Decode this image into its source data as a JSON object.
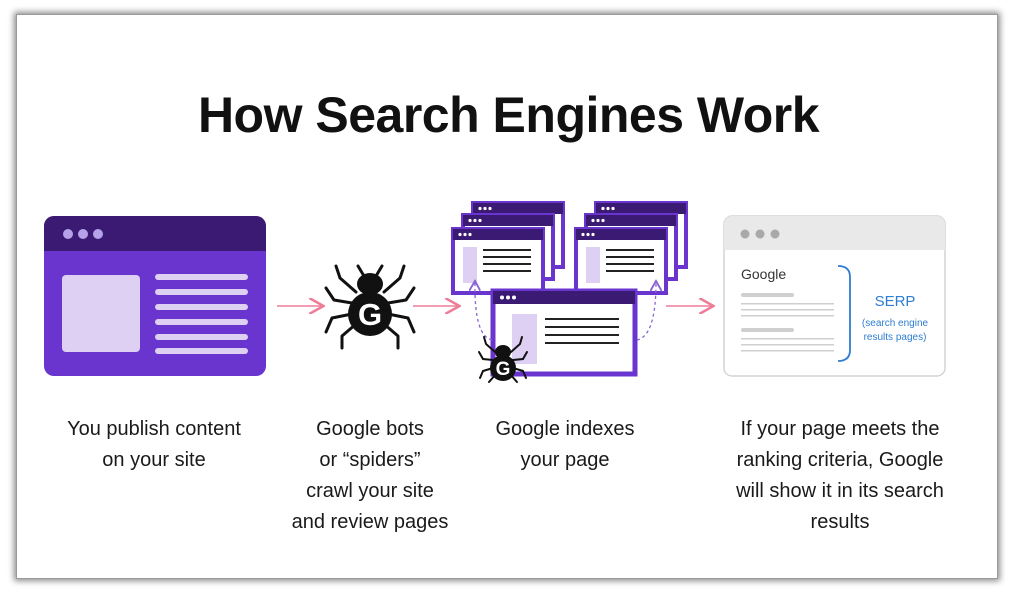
{
  "title": "How Search Engines Work",
  "colors": {
    "purple": "#6a35cf",
    "dark_purple": "#3b1a73",
    "lavender": "#ddd0f2",
    "pink_arrow": "#ee7d97",
    "serp_blue": "#2d7dd2"
  },
  "steps": [
    {
      "icon": "website-window-icon",
      "caption_lines": [
        "You publish content",
        "on your site"
      ]
    },
    {
      "icon": "spider-bot-icon",
      "caption_lines": [
        "Google bots",
        "or “spiders”",
        "crawl your site",
        "and review pages"
      ]
    },
    {
      "icon": "indexed-pages-icon",
      "caption_lines": [
        "Google indexes",
        "your page"
      ]
    },
    {
      "icon": "serp-window-icon",
      "caption_lines": [
        "If your page meets the",
        "ranking criteria, Google",
        "will show it in its search",
        "results"
      ]
    }
  ],
  "serp": {
    "logo_text": "Google",
    "label": "SERP",
    "sublabel_lines": [
      "(search engine",
      "results pages)"
    ]
  },
  "spider_letter": "G"
}
